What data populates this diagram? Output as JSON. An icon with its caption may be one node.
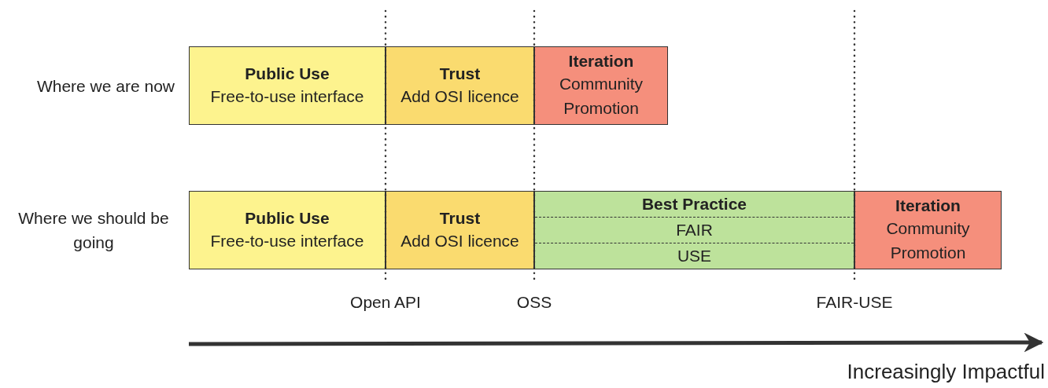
{
  "diagram": {
    "nodes": [
      {
        "text": [
          "Public Use",
          "Free-to-use interface"
        ]
      },
      {
        "text": [
          "Trust",
          "Add OSI licence"
        ]
      },
      {
        "text": [
          "Iteration",
          "Community Promotion"
        ]
      },
      {
        "text": [
          "Public Use",
          "Free-to-use interface"
        ]
      },
      {
        "text": [
          "Trust",
          "Add OSI licence"
        ]
      },
      {
        "text": [
          "Best Practice",
          "FAIR",
          "USE"
        ]
      },
      {
        "text": [
          "Iteration",
          "Community Promotion"
        ]
      }
    ],
    "labels": [
      "Where we are now",
      "Where we should be going",
      "Open API",
      "OSS",
      "FAIR-USE",
      "Increasingly Impactful"
    ]
  }
}
